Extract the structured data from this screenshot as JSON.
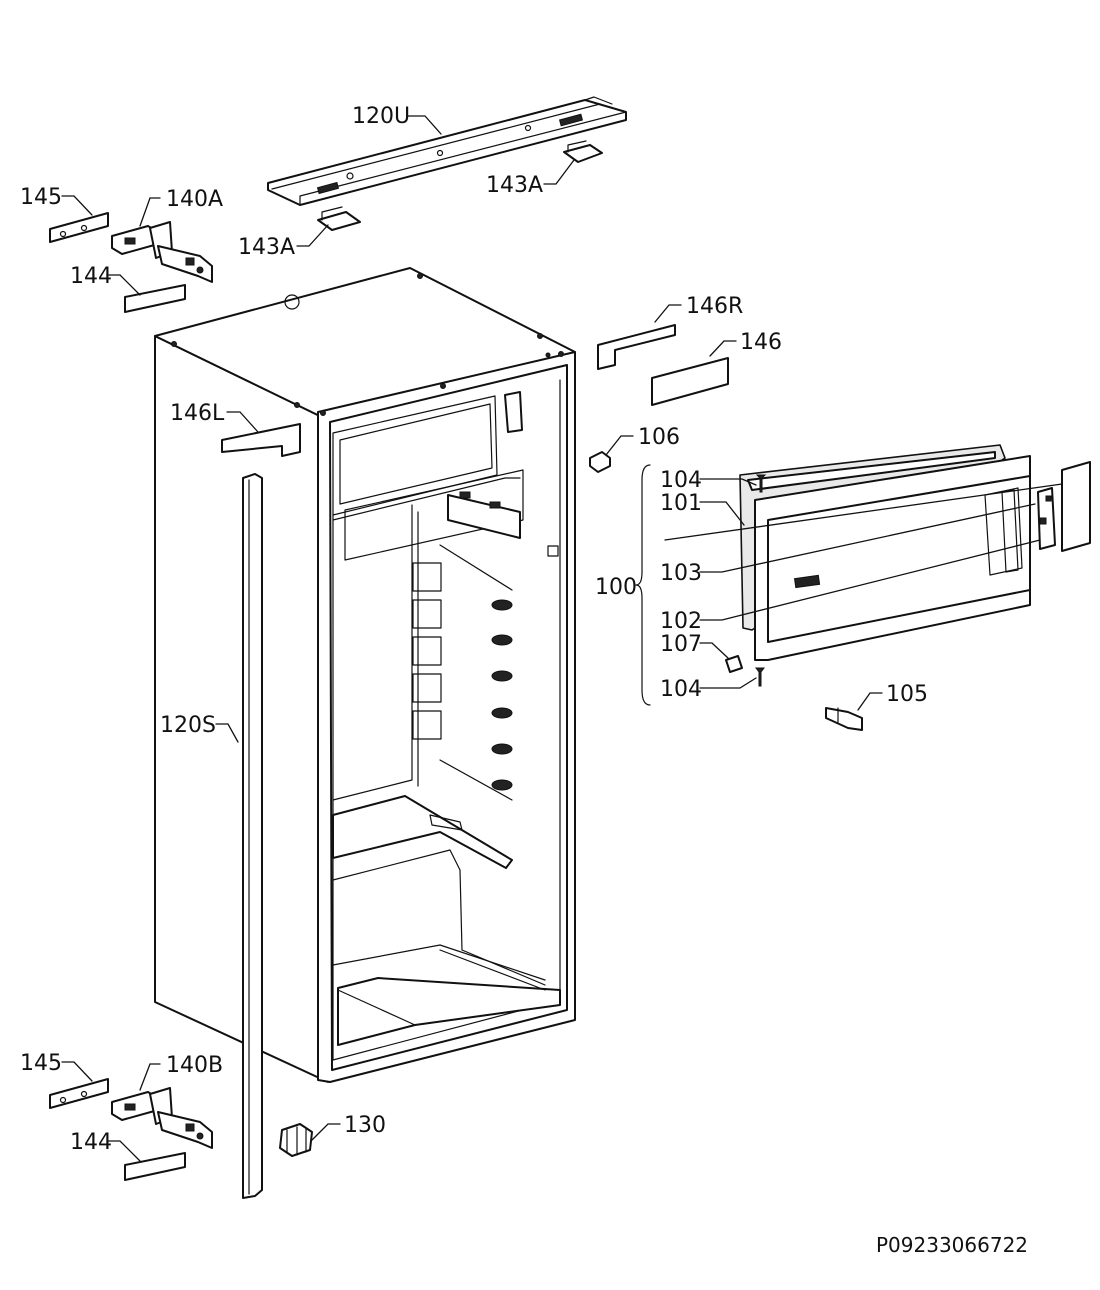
{
  "labels": {
    "p120U": "120U",
    "p143A_right": "143A",
    "p143A_left": "143A",
    "p145_top": "145",
    "p140A": "140A",
    "p144_top": "144",
    "p146R": "146R",
    "p146": "146",
    "p146L": "146L",
    "p106": "106",
    "p104_top": "104",
    "p101": "101",
    "p103": "103",
    "p100": "100",
    "p102": "102",
    "p107": "107",
    "p104_bottom": "104",
    "p105": "105",
    "p120S": "120S",
    "p145_bottom": "145",
    "p140B": "140B",
    "p144_bottom": "144",
    "p130": "130"
  },
  "drawing_code": "P09233066722"
}
